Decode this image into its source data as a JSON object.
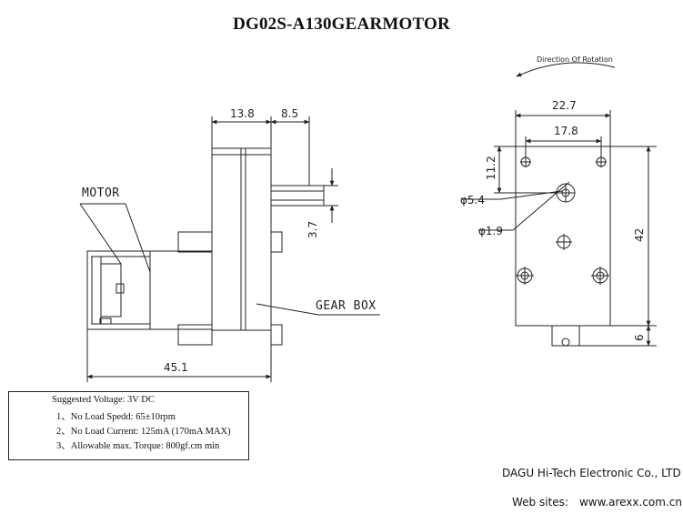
{
  "title": "DG02S-A130GEARMOTOR",
  "side_view": {
    "dim_motor_width": "13.8",
    "dim_shaft_length": "8.5",
    "dim_shaft_dia": "3.7",
    "dim_total_length": "45.1",
    "label_motor": "MOTOR",
    "label_gearbox": "GEAR BOX"
  },
  "front_view": {
    "rotation_label": "Direction Of Rotation",
    "dim_width": "22.7",
    "dim_hole_spacing": "17.8",
    "dim_hole_offset": "11.2",
    "dim_hub_dia": "φ5.4",
    "dim_hole_dia": "φ1.9",
    "dim_height": "42",
    "dim_bottom": "6"
  },
  "specs": {
    "heading": "Suggested Voltage: 3V DC",
    "items": [
      "1、No Load Spedd: 65±10rpm",
      "2、No Load Current: 125mA (170mA MAX)",
      "3、Allowable max. Torque: 800gf.cm min"
    ]
  },
  "footer": {
    "company": "DAGU Hi-Tech Electronic Co., LTD",
    "web_label": "Web sites:",
    "web_url": "www.arexx.com.cn"
  }
}
